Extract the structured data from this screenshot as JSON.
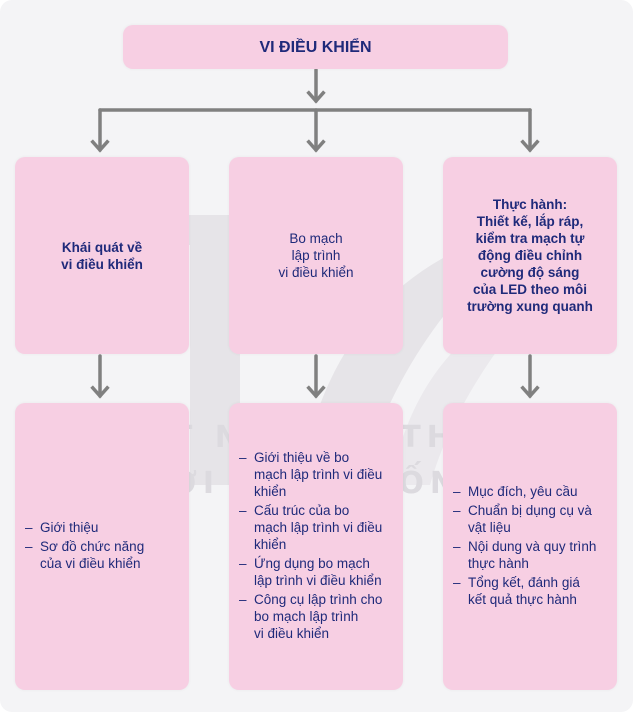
{
  "title": "VI ĐIỀU KHIỂN",
  "columns": [
    {
      "heading": "Khái quát về\nvi điều khiển",
      "items": [
        "Giới thiệu",
        "Sơ đồ chức năng\ncủa vi điều khiển"
      ]
    },
    {
      "heading": "Bo mạch\nlập trình\nvi điều khiển",
      "items": [
        "Giới thiệu về bo\nmạch lập trình vi điều\nkhiển",
        "Cấu trúc của bo\nmạch lập trình vi điều\nkhiển",
        "Ứng dụng bo mạch\nlập trình vi điều khiển",
        "Công cụ lập trình cho\nbo mạch lập trình\nvi điều khiển"
      ]
    },
    {
      "heading": "Thực hành:\nThiết kế, lắp ráp,\nkiểm tra mạch tự\nđộng điều chỉnh\ncường độ sáng\ncủa LED theo môi\ntrường xung quanh",
      "items": [
        "Mục đích, yêu cầu",
        "Chuẩn bị dụng cụ và\nvật liệu",
        "Nội dung và quy trình\nthực hành",
        "Tổng kết, đánh giá\nkết quả thực hành"
      ]
    }
  ],
  "watermark": {
    "line1": "KẾT NỐI TRI THỨC",
    "line2": "VỚI CUỘC SỐNG"
  },
  "colors": {
    "box": "#f7cfe3",
    "text": "#1f2a7a",
    "arrow": "#808080",
    "background": "#f4f4f6"
  }
}
